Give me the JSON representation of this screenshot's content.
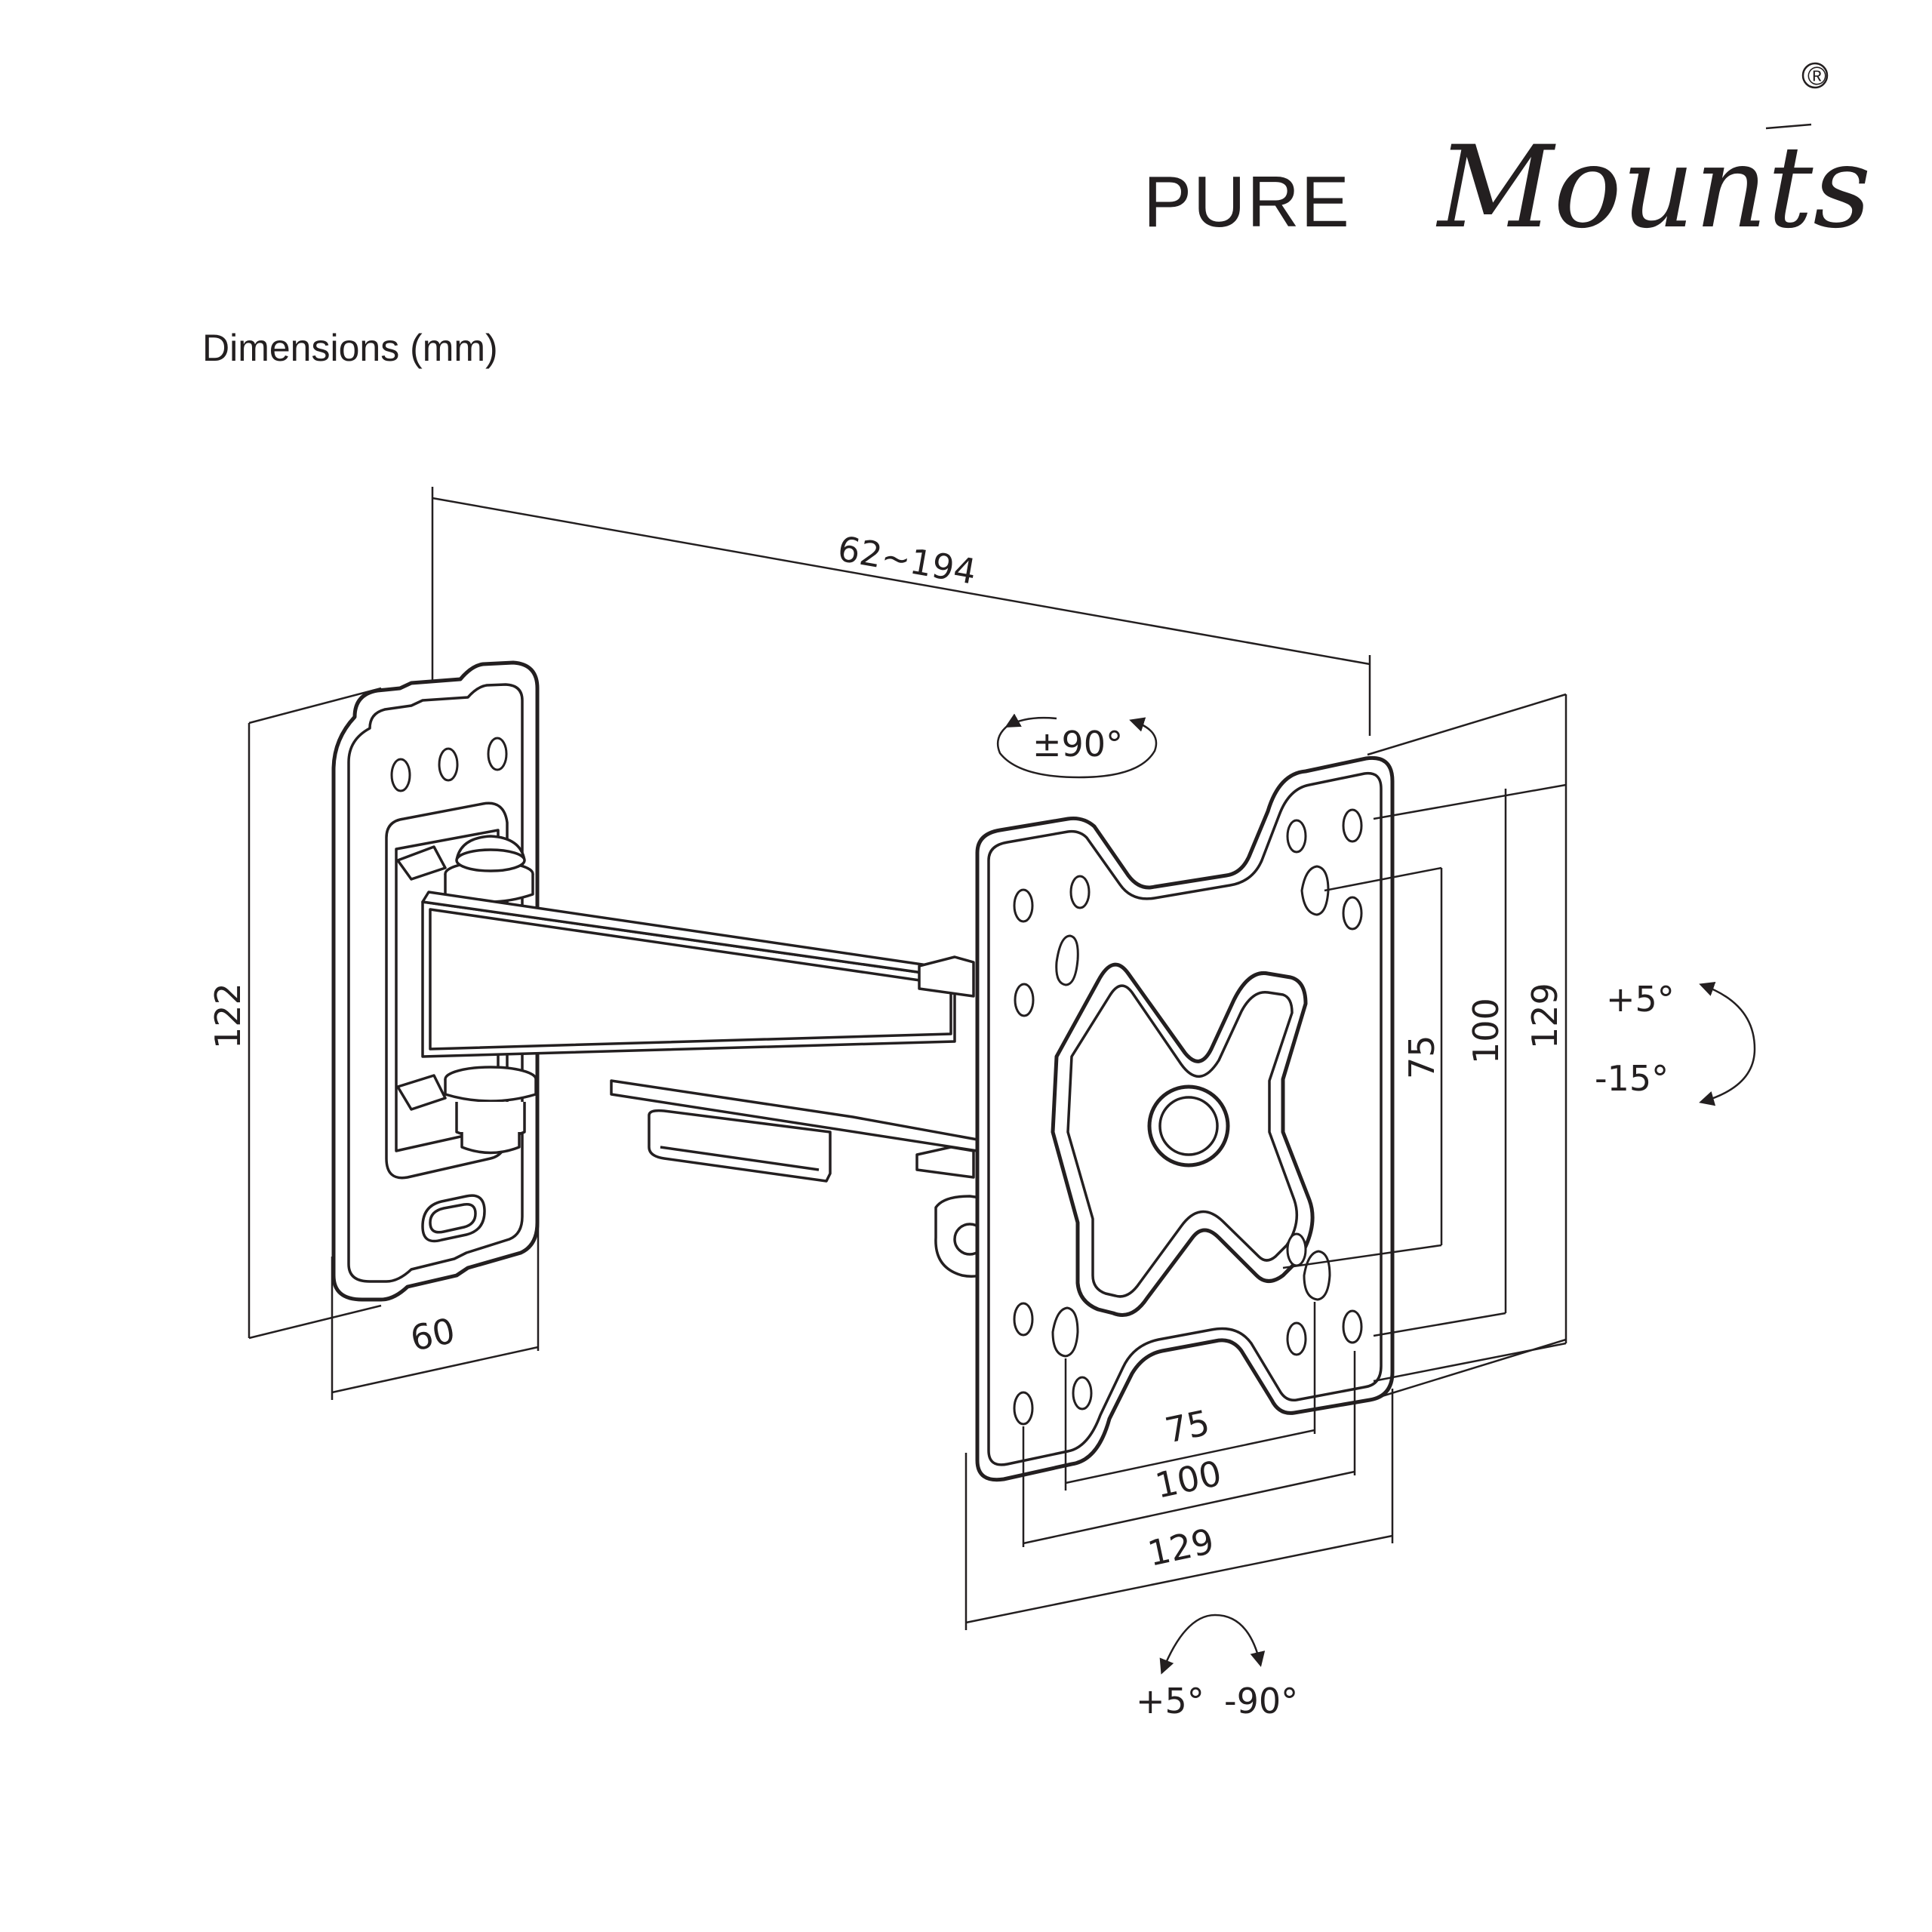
{
  "brand": {
    "word": "PURE",
    "script": "Mounts",
    "registered_mark": "®"
  },
  "title": "Dimensions (mm)",
  "dimensions": {
    "arm_extension": "62~194",
    "wall_plate_height": "122",
    "wall_plate_width": "60",
    "vesa_vertical_small": "75",
    "vesa_vertical_medium": "100",
    "vesa_vertical_large": "129",
    "vesa_horizontal_small": "75",
    "vesa_horizontal_medium": "100",
    "vesa_horizontal_large": "129"
  },
  "angles": {
    "rotation": "±90°",
    "tilt_up": "+5°",
    "tilt_down": "-15°",
    "swivel_left": "+5°",
    "swivel_right": "-90°"
  }
}
